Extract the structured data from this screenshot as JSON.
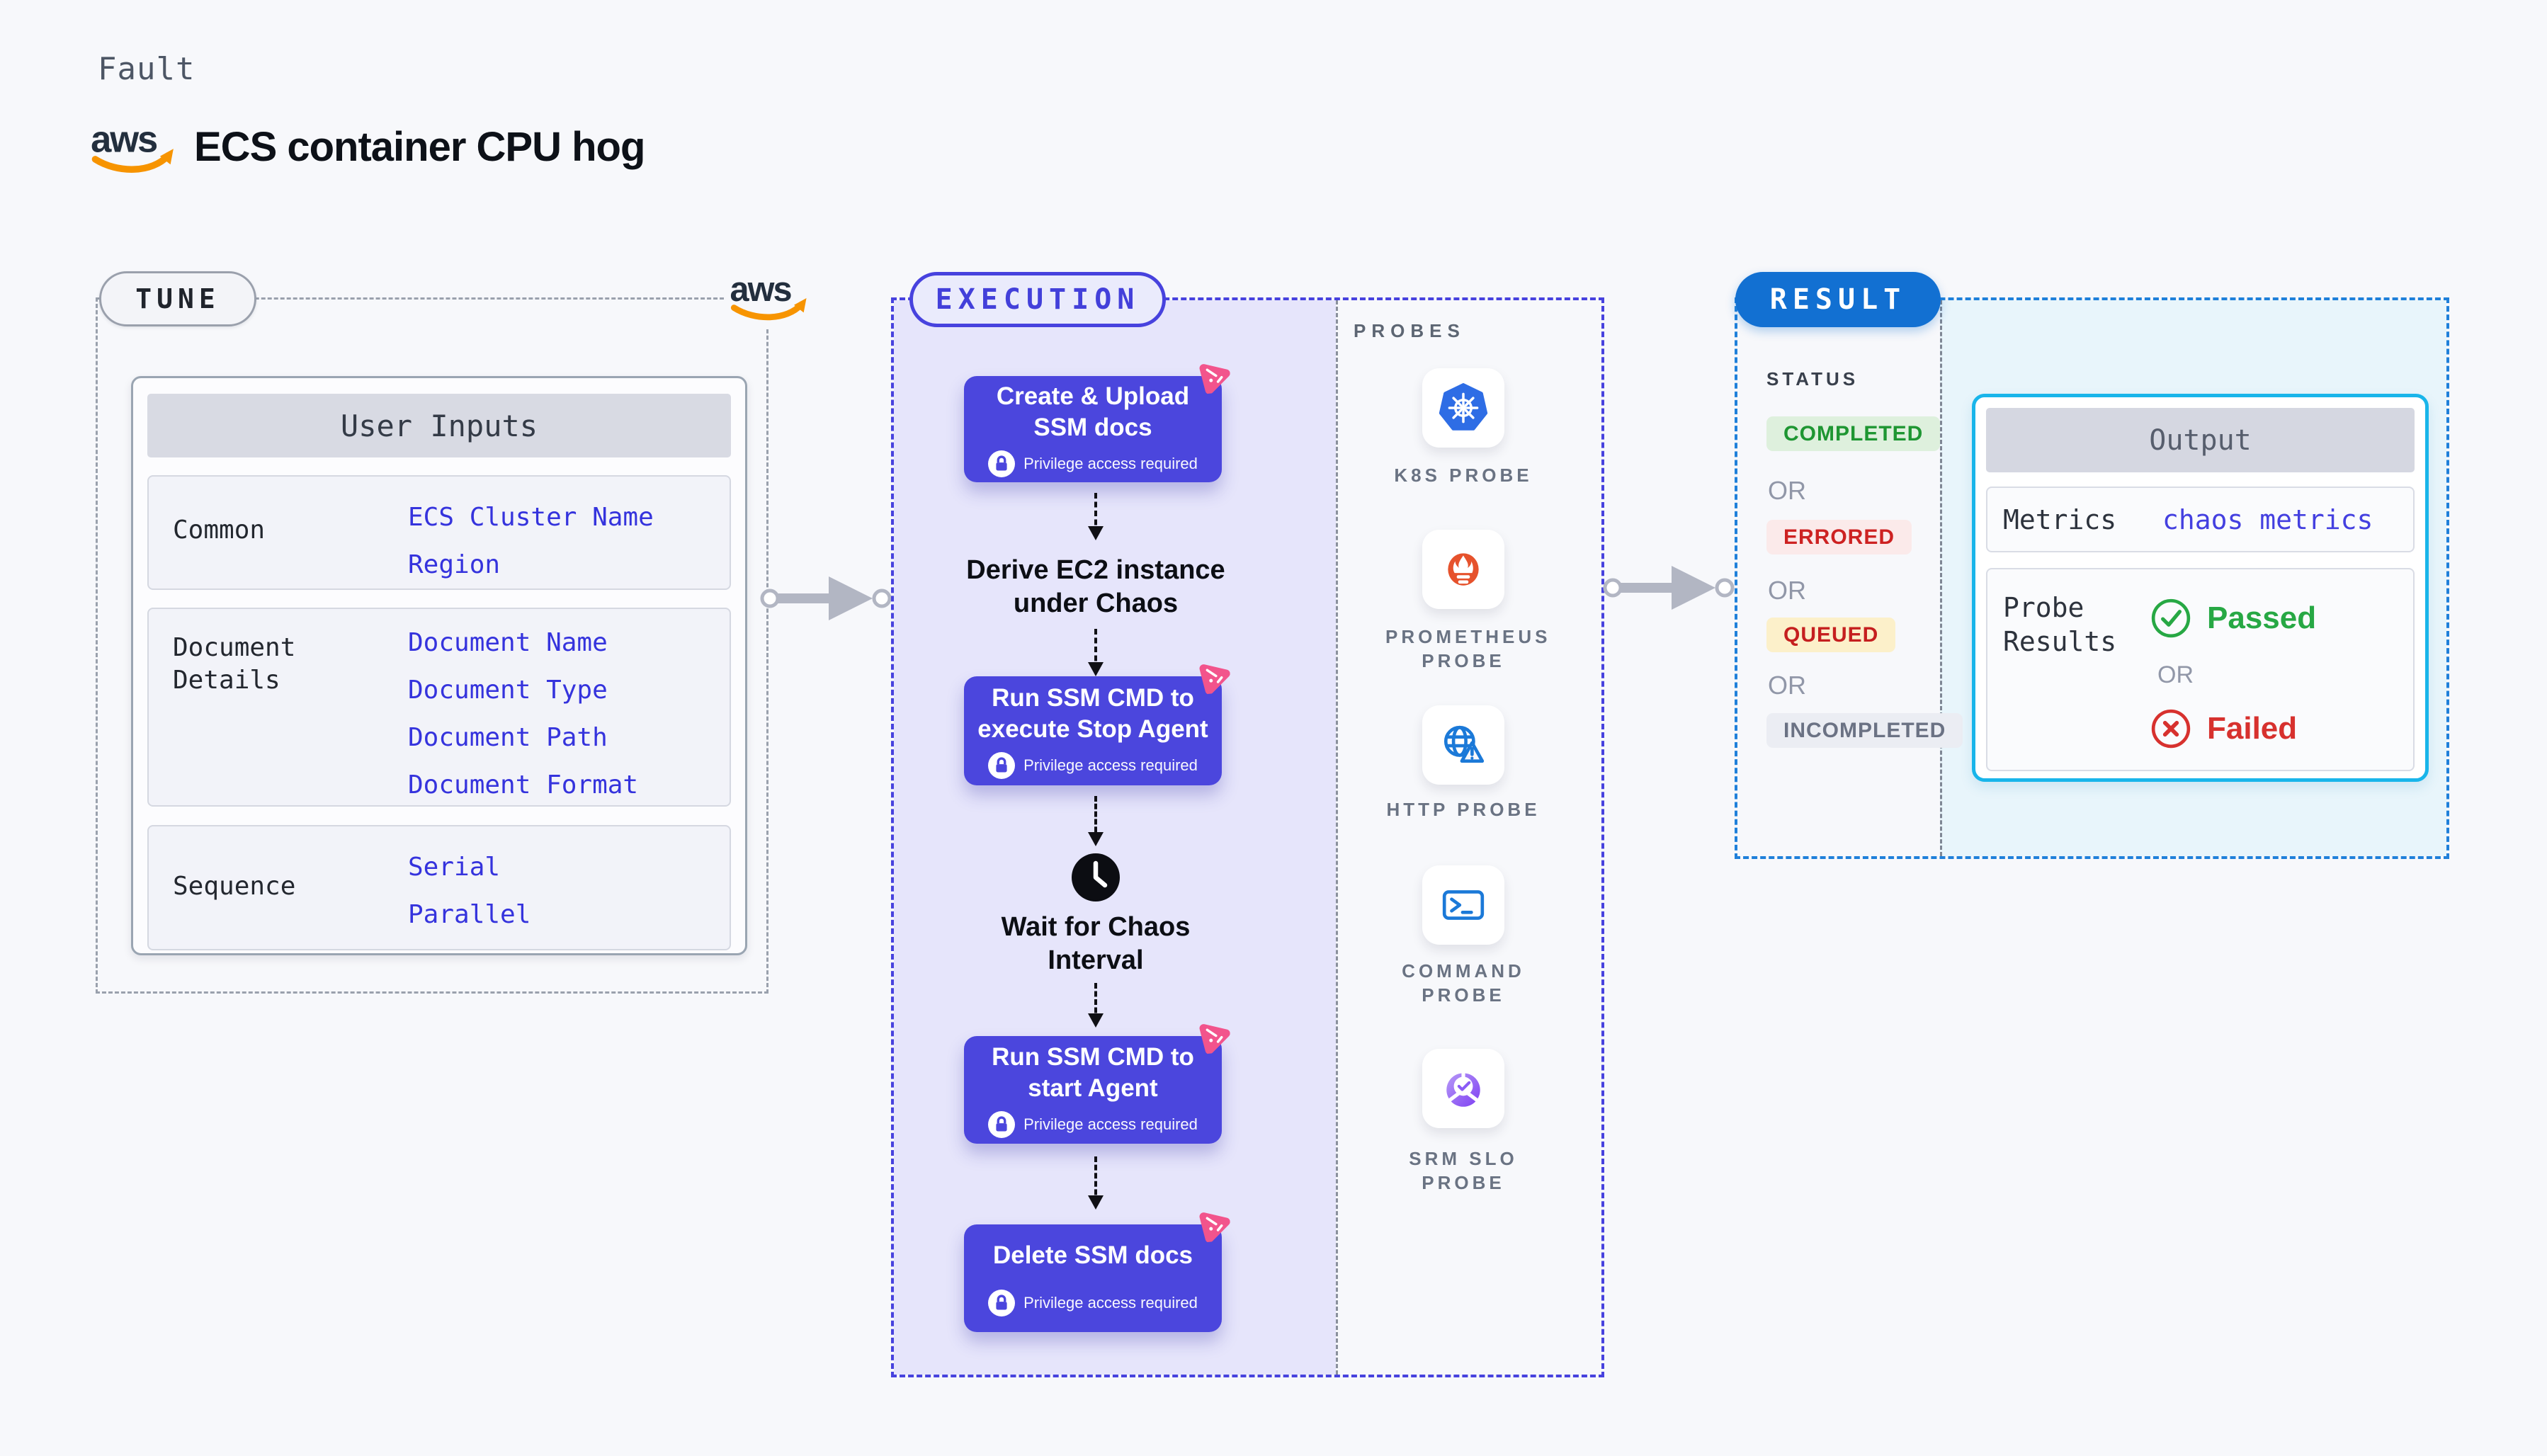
{
  "colors": {
    "page_bg": "#f7f8fb",
    "indigo_block": "#4b46dd",
    "indigo_border": "#4742de",
    "lavender_bg": "#e6e5fb",
    "chaos_pink": "#f2548c",
    "tune_dash_gray": "#9aa1ad",
    "arrow_gray": "#b2b6c3",
    "value_link_blue": "#3533dd",
    "result_pill_blue": "#1270d2",
    "result_dash_blue": "#1f80da",
    "output_border_cyan": "#19b5ea",
    "output_panel_bg": "#e8f5fb",
    "passed_green": "#27a844",
    "failed_red": "#d7312e",
    "queued_yellow_bg": "#fcf0ca",
    "aws_orange": "#f79400",
    "aws_navy": "#232f3e",
    "k8s_blue": "#2e6de5",
    "prometheus_orange": "#e6522c",
    "http_command_blue": "#1b79d8",
    "srm_purple": "#7e3ff2"
  },
  "header": {
    "eyebrow": "Fault",
    "title": "ECS container CPU hog",
    "aws_text": "aws"
  },
  "tune": {
    "badge": "TUNE",
    "table": {
      "header": "User Inputs",
      "rows": [
        {
          "label": "Common",
          "values": [
            "ECS Cluster Name",
            "Region"
          ]
        },
        {
          "label": "Document Details",
          "values": [
            "Document Name",
            "Document Type",
            "Document Path",
            "Document Format"
          ]
        },
        {
          "label": "Sequence",
          "values": [
            "Serial",
            "Parallel"
          ]
        }
      ]
    }
  },
  "execution": {
    "badge": "EXECUTION",
    "privilege_label": "Privilege access required",
    "steps": [
      {
        "kind": "action",
        "title": "Create & Upload SSM docs",
        "privilege": true
      },
      {
        "kind": "text",
        "title": "Derive EC2 instance under Chaos"
      },
      {
        "kind": "action",
        "title": "Run SSM CMD to execute Stop Agent",
        "privilege": true
      },
      {
        "kind": "wait",
        "title": "Wait for Chaos Interval"
      },
      {
        "kind": "action",
        "title": "Run SSM CMD to start Agent",
        "privilege": true
      },
      {
        "kind": "action",
        "title": "Delete SSM docs",
        "privilege": true
      }
    ]
  },
  "probes": {
    "title": "PROBES",
    "items": [
      {
        "icon": "k8s-icon",
        "label": "K8S PROBE"
      },
      {
        "icon": "prometheus-icon",
        "label": "PROMETHEUS PROBE"
      },
      {
        "icon": "http-icon",
        "label": "HTTP PROBE"
      },
      {
        "icon": "command-icon",
        "label": "COMMAND PROBE"
      },
      {
        "icon": "srm-slo-icon",
        "label": "SRM SLO PROBE"
      }
    ]
  },
  "result": {
    "badge": "RESULT",
    "status_title": "STATUS",
    "or_label": "OR",
    "statuses": [
      {
        "label": "COMPLETED",
        "tone": "green"
      },
      {
        "label": "ERRORED",
        "tone": "red"
      },
      {
        "label": "QUEUED",
        "tone": "yellow"
      },
      {
        "label": "INCOMPLETED",
        "tone": "gray"
      }
    ],
    "output": {
      "header": "Output",
      "metrics_label": "Metrics",
      "metrics_value": "chaos metrics",
      "probe_results_label": "Probe Results",
      "passed": "Passed",
      "failed": "Failed"
    }
  }
}
